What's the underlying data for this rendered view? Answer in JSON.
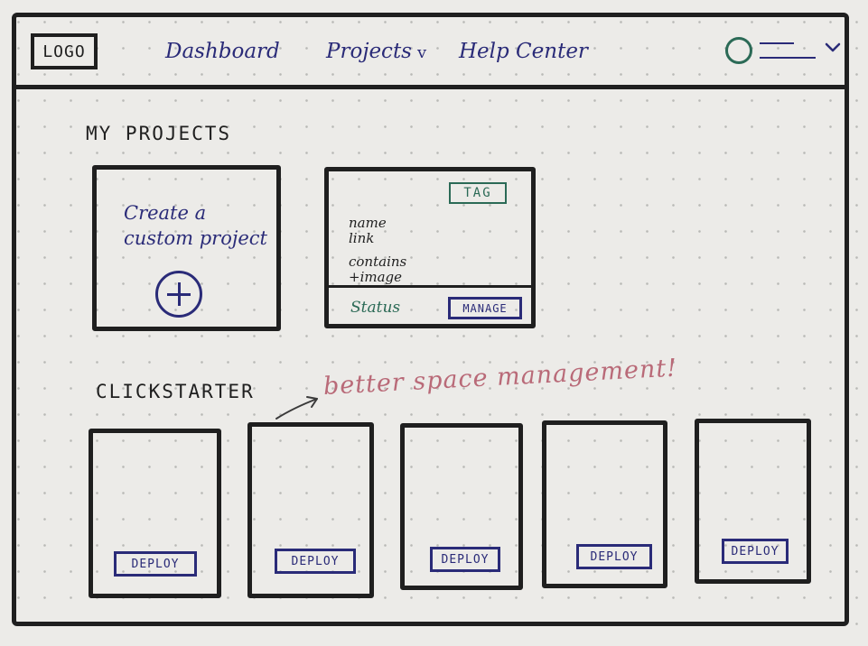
{
  "navbar": {
    "logo": "LOGO",
    "items": [
      {
        "label": "Dashboard"
      },
      {
        "label": "Projects"
      },
      {
        "label": "Help Center"
      }
    ],
    "projects_chevron": "v"
  },
  "my_projects": {
    "heading": "MY PROJECTS",
    "create_card": {
      "label": "Create a custom project"
    },
    "project_card": {
      "tag": "TAG",
      "lines": [
        "name",
        "link",
        "contains",
        "+image"
      ],
      "status": "Status",
      "manage_label": "MANAGE"
    }
  },
  "clickstarter": {
    "heading": "CLICKSTARTER",
    "annotation": "better space management!",
    "templates": [
      {
        "deploy_label": "DEPLOY"
      },
      {
        "deploy_label": "DEPLOY"
      },
      {
        "deploy_label": "DEPLOY"
      },
      {
        "deploy_label": "DEPLOY"
      },
      {
        "deploy_label": "DEPLOY"
      }
    ]
  },
  "icons": {
    "plus": "plus-icon",
    "avatar": "avatar-icon",
    "chevron": "chevron-down-icon",
    "arrow": "arrow-icon"
  },
  "colors": {
    "ink": "#1f1f1f",
    "blue_ink": "#2a2b78",
    "green_ink": "#2b6a56",
    "pink_ink": "#b96a78",
    "paper": "#ecebe8"
  }
}
